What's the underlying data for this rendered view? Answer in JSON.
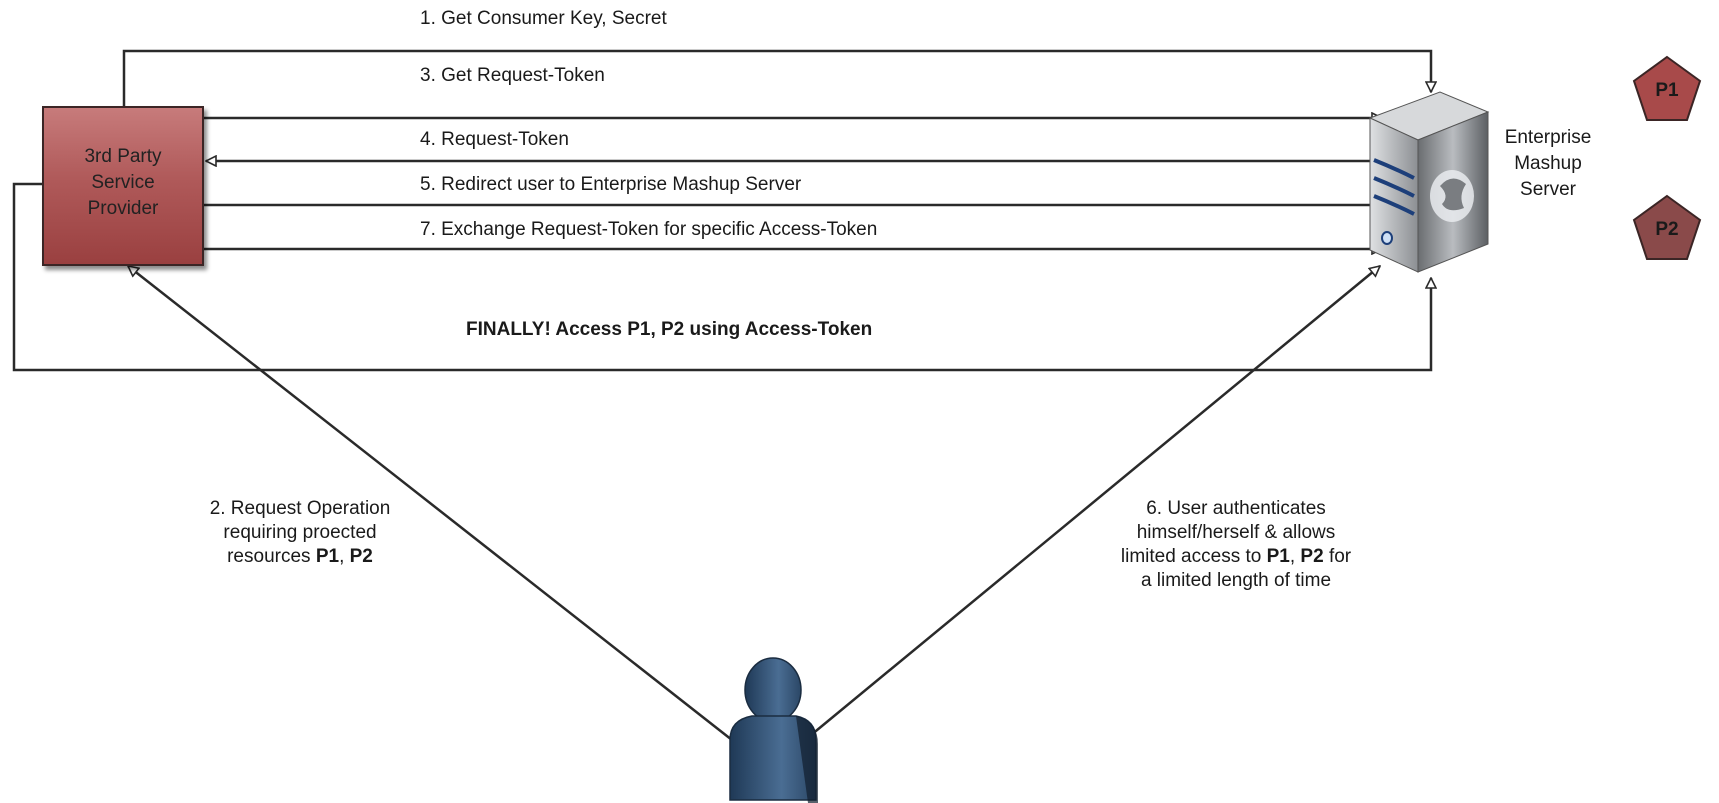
{
  "service_provider": {
    "label": "3rd Party\nService\nProvider"
  },
  "server": {
    "label": "Enterprise\nMashup\nServer"
  },
  "resources": [
    {
      "label": "P1",
      "color": "#a84a4a"
    },
    {
      "label": "P2",
      "color": "#8a4a4a"
    }
  ],
  "steps": {
    "s1": "1. Get Consumer Key, Secret",
    "s3": "3. Get Request-Token",
    "s4": "4. Request-Token",
    "s5": "5. Redirect user to Enterprise Mashup Server",
    "s7": "7. Exchange Request-Token for specific Access-Token",
    "finally": "FINALLY! Access P1, P2 using Access-Token"
  },
  "step2": {
    "line1": "2. Request Operation",
    "line2": "requiring proected",
    "line3_pre": "resources ",
    "p1": "P1",
    "sep": ", ",
    "p2": "P2"
  },
  "step6": {
    "line1": "6. User authenticates",
    "line2": "himself/herself & allows",
    "line3_pre": "limited access to ",
    "p1": "P1",
    "sep": ", ",
    "p2": "P2",
    "line3_post": " for",
    "line4": "a limited length of time"
  },
  "icons": {
    "server": "server-icon",
    "user": "user-icon"
  },
  "colors": {
    "line": "#2a2a2a",
    "provider_box": "#b05a5a",
    "user": "#2e4a6b"
  }
}
